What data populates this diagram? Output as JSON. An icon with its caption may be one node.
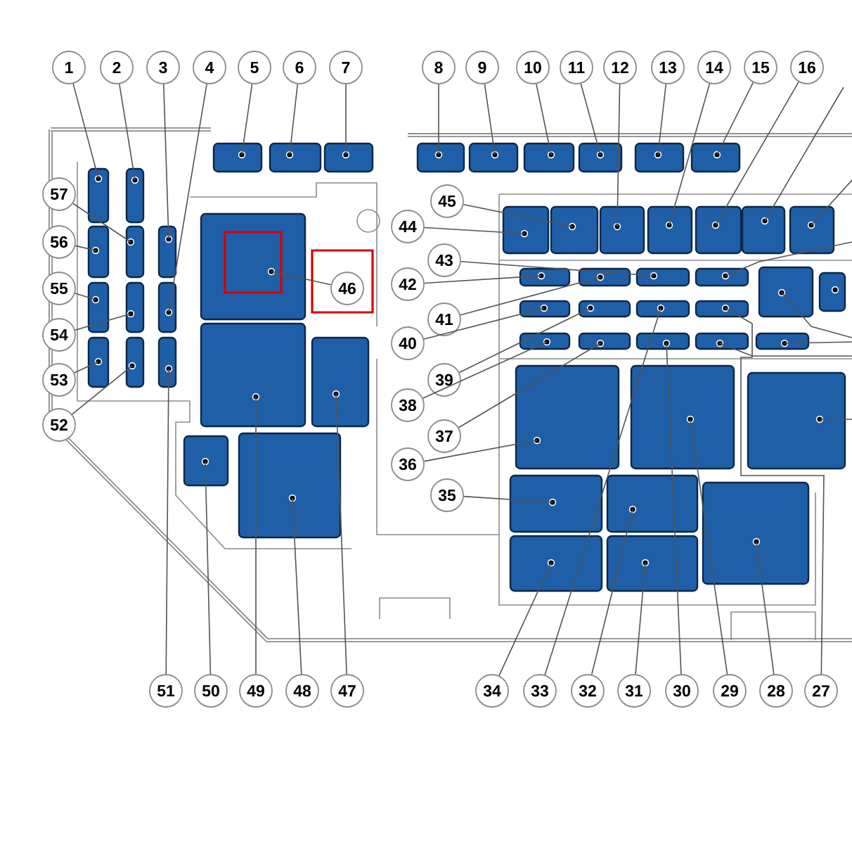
{
  "diagram": {
    "nodes": [
      {
        "text": [
          "1"
        ]
      },
      {
        "text": [
          "2"
        ]
      },
      {
        "text": [
          "3"
        ]
      },
      {
        "text": [
          "4"
        ]
      },
      {
        "text": [
          "5"
        ]
      },
      {
        "text": [
          "6"
        ]
      },
      {
        "text": [
          "7"
        ]
      },
      {
        "text": [
          "8"
        ]
      },
      {
        "text": [
          "9"
        ]
      },
      {
        "text": [
          "10"
        ]
      },
      {
        "text": [
          "11"
        ]
      },
      {
        "text": [
          "12"
        ]
      },
      {
        "text": [
          "13"
        ]
      },
      {
        "text": [
          "14"
        ]
      },
      {
        "text": [
          "15"
        ]
      },
      {
        "text": [
          "16"
        ]
      },
      {
        "text": [
          "27"
        ]
      },
      {
        "text": [
          "28"
        ]
      },
      {
        "text": [
          "29"
        ]
      },
      {
        "text": [
          "30"
        ]
      },
      {
        "text": [
          "31"
        ]
      },
      {
        "text": [
          "32"
        ]
      },
      {
        "text": [
          "33"
        ]
      },
      {
        "text": [
          "34"
        ]
      },
      {
        "text": [
          "35"
        ]
      },
      {
        "text": [
          "36"
        ]
      },
      {
        "text": [
          "37"
        ]
      },
      {
        "text": [
          "38"
        ]
      },
      {
        "text": [
          "39"
        ]
      },
      {
        "text": [
          "40"
        ]
      },
      {
        "text": [
          "41"
        ]
      },
      {
        "text": [
          "42"
        ]
      },
      {
        "text": [
          "43"
        ]
      },
      {
        "text": [
          "44"
        ]
      },
      {
        "text": [
          "45"
        ]
      },
      {
        "text": [
          "46"
        ]
      },
      {
        "text": [
          "47"
        ]
      },
      {
        "text": [
          "48"
        ]
      },
      {
        "text": [
          "49"
        ]
      },
      {
        "text": [
          "50"
        ]
      },
      {
        "text": [
          "51"
        ]
      },
      {
        "text": [
          "52"
        ]
      },
      {
        "text": [
          "53"
        ]
      },
      {
        "text": [
          "54"
        ]
      },
      {
        "text": [
          "55"
        ]
      },
      {
        "text": [
          "56"
        ]
      },
      {
        "text": [
          "57"
        ]
      },
      {
        "text": [],
        "shape": "box"
      },
      {
        "text": [],
        "shape": "box"
      },
      {
        "text": [],
        "shape": "box"
      },
      {
        "text": [],
        "shape": "box"
      },
      {
        "text": [],
        "shape": "box"
      },
      {
        "text": [],
        "shape": "box"
      },
      {
        "text": [],
        "shape": "box"
      },
      {
        "text": [],
        "shape": "box"
      },
      {
        "text": [],
        "shape": "box"
      },
      {
        "text": [],
        "shape": "box"
      },
      {
        "text": [],
        "shape": "box"
      },
      {
        "text": [],
        "shape": "box"
      },
      {
        "text": [],
        "shape": "box"
      },
      {
        "text": [],
        "shape": "box"
      },
      {
        "text": [],
        "shape": "box"
      },
      {
        "text": [],
        "shape": "box"
      },
      {
        "text": [],
        "shape": "box"
      },
      {
        "text": [],
        "shape": "box"
      },
      {
        "text": [],
        "shape": "box"
      },
      {
        "text": [],
        "shape": "box"
      },
      {
        "text": [],
        "shape": "box"
      },
      {
        "text": [],
        "shape": "box"
      },
      {
        "text": [],
        "shape": "box"
      },
      {
        "text": [],
        "shape": "box"
      },
      {
        "text": [],
        "shape": "box"
      },
      {
        "text": [],
        "shape": "box"
      },
      {
        "text": [],
        "shape": "box"
      },
      {
        "text": [],
        "shape": "box"
      },
      {
        "text": [],
        "shape": "box"
      },
      {
        "text": [],
        "shape": "box"
      },
      {
        "text": [],
        "shape": "box"
      },
      {
        "text": [],
        "shape": "box"
      },
      {
        "text": [],
        "shape": "box"
      },
      {
        "text": [],
        "shape": "box"
      },
      {
        "text": [],
        "shape": "box"
      },
      {
        "text": [],
        "shape": "box"
      },
      {
        "text": [],
        "shape": "box"
      },
      {
        "text": [],
        "shape": "box"
      },
      {
        "text": [],
        "shape": "box"
      },
      {
        "text": [],
        "shape": "box"
      },
      {
        "text": [],
        "shape": "box"
      },
      {
        "text": [],
        "shape": "box"
      },
      {
        "text": [],
        "shape": "box"
      },
      {
        "text": [],
        "shape": "box"
      },
      {
        "text": [],
        "shape": "box"
      },
      {
        "text": [],
        "shape": "box"
      },
      {
        "text": [],
        "shape": "box"
      },
      {
        "text": [],
        "shape": "box"
      },
      {
        "text": [],
        "shape": "box"
      },
      {
        "text": [],
        "shape": "box"
      },
      {
        "text": [],
        "shape": "box"
      },
      {
        "text": [],
        "shape": "box"
      },
      {
        "text": [],
        "shape": "box"
      },
      {
        "text": [],
        "shape": "box"
      },
      {
        "text": [],
        "shape": "box"
      }
    ],
    "edges": [
      {
        "from": 0,
        "to": 47,
        "arrow": "none"
      },
      {
        "from": 1,
        "to": 48,
        "arrow": "none"
      },
      {
        "from": 2,
        "to": 49,
        "arrow": "none"
      },
      {
        "from": 3,
        "to": 50,
        "arrow": "none"
      },
      {
        "from": 4,
        "to": 51,
        "arrow": "none"
      },
      {
        "from": 5,
        "to": 52,
        "arrow": "none"
      },
      {
        "from": 6,
        "to": 53,
        "arrow": "none"
      },
      {
        "from": 7,
        "to": 54,
        "arrow": "none"
      },
      {
        "from": 8,
        "to": 55,
        "arrow": "none"
      },
      {
        "from": 9,
        "to": 56,
        "arrow": "none"
      },
      {
        "from": 10,
        "to": 57,
        "arrow": "none"
      },
      {
        "from": 11,
        "to": 58,
        "arrow": "none"
      },
      {
        "from": 12,
        "to": 59,
        "arrow": "none"
      },
      {
        "from": 13,
        "to": 60,
        "arrow": "none"
      },
      {
        "from": 14,
        "to": 61,
        "arrow": "none"
      },
      {
        "from": 15,
        "to": 62,
        "arrow": "none"
      },
      {
        "from": 16,
        "to": 63,
        "arrow": "none"
      },
      {
        "from": 17,
        "to": 64,
        "arrow": "none"
      },
      {
        "from": 18,
        "to": 65,
        "arrow": "none"
      },
      {
        "from": 19,
        "to": 66,
        "arrow": "none"
      },
      {
        "from": 20,
        "to": 67,
        "arrow": "none"
      },
      {
        "from": 21,
        "to": 68,
        "arrow": "none"
      },
      {
        "from": 22,
        "to": 69,
        "arrow": "none"
      },
      {
        "from": 23,
        "to": 70,
        "arrow": "none"
      },
      {
        "from": 24,
        "to": 71,
        "arrow": "none"
      },
      {
        "from": 25,
        "to": 72,
        "arrow": "none"
      },
      {
        "from": 26,
        "to": 73,
        "arrow": "none"
      },
      {
        "from": 27,
        "to": 74,
        "arrow": "none"
      },
      {
        "from": 28,
        "to": 75,
        "arrow": "none"
      },
      {
        "from": 29,
        "to": 76,
        "arrow": "none"
      },
      {
        "from": 30,
        "to": 77,
        "arrow": "none"
      },
      {
        "from": 31,
        "to": 78,
        "arrow": "none"
      },
      {
        "from": 32,
        "to": 79,
        "arrow": "none"
      },
      {
        "from": 33,
        "to": 80,
        "arrow": "none"
      },
      {
        "from": 34,
        "to": 81,
        "arrow": "none"
      },
      {
        "from": 35,
        "to": 82,
        "arrow": "none"
      },
      {
        "from": 36,
        "to": 83,
        "arrow": "none"
      },
      {
        "from": 37,
        "to": 84,
        "arrow": "none"
      },
      {
        "from": 38,
        "to": 85,
        "arrow": "none"
      },
      {
        "from": 39,
        "to": 86,
        "arrow": "none"
      },
      {
        "from": 40,
        "to": 87,
        "arrow": "none"
      },
      {
        "from": 41,
        "to": 88,
        "arrow": "none"
      },
      {
        "from": 42,
        "to": 89,
        "arrow": "none"
      },
      {
        "from": 43,
        "to": 90,
        "arrow": "none"
      },
      {
        "from": 44,
        "to": 91,
        "arrow": "none"
      },
      {
        "from": 45,
        "to": 92,
        "arrow": "none"
      },
      {
        "from": 46,
        "to": 93,
        "arrow": "none"
      },
      {
        "from": null,
        "to": 94,
        "arrow": "none"
      },
      {
        "from": null,
        "to": 95,
        "arrow": "none"
      },
      {
        "from": null,
        "to": 96,
        "arrow": "none"
      },
      {
        "from": null,
        "to": 97,
        "arrow": "none"
      },
      {
        "from": null,
        "to": 99,
        "arrow": "none"
      },
      {
        "from": null,
        "to": 100,
        "arrow": "none"
      },
      {
        "from": null,
        "to": 101,
        "arrow": "none"
      }
    ]
  }
}
